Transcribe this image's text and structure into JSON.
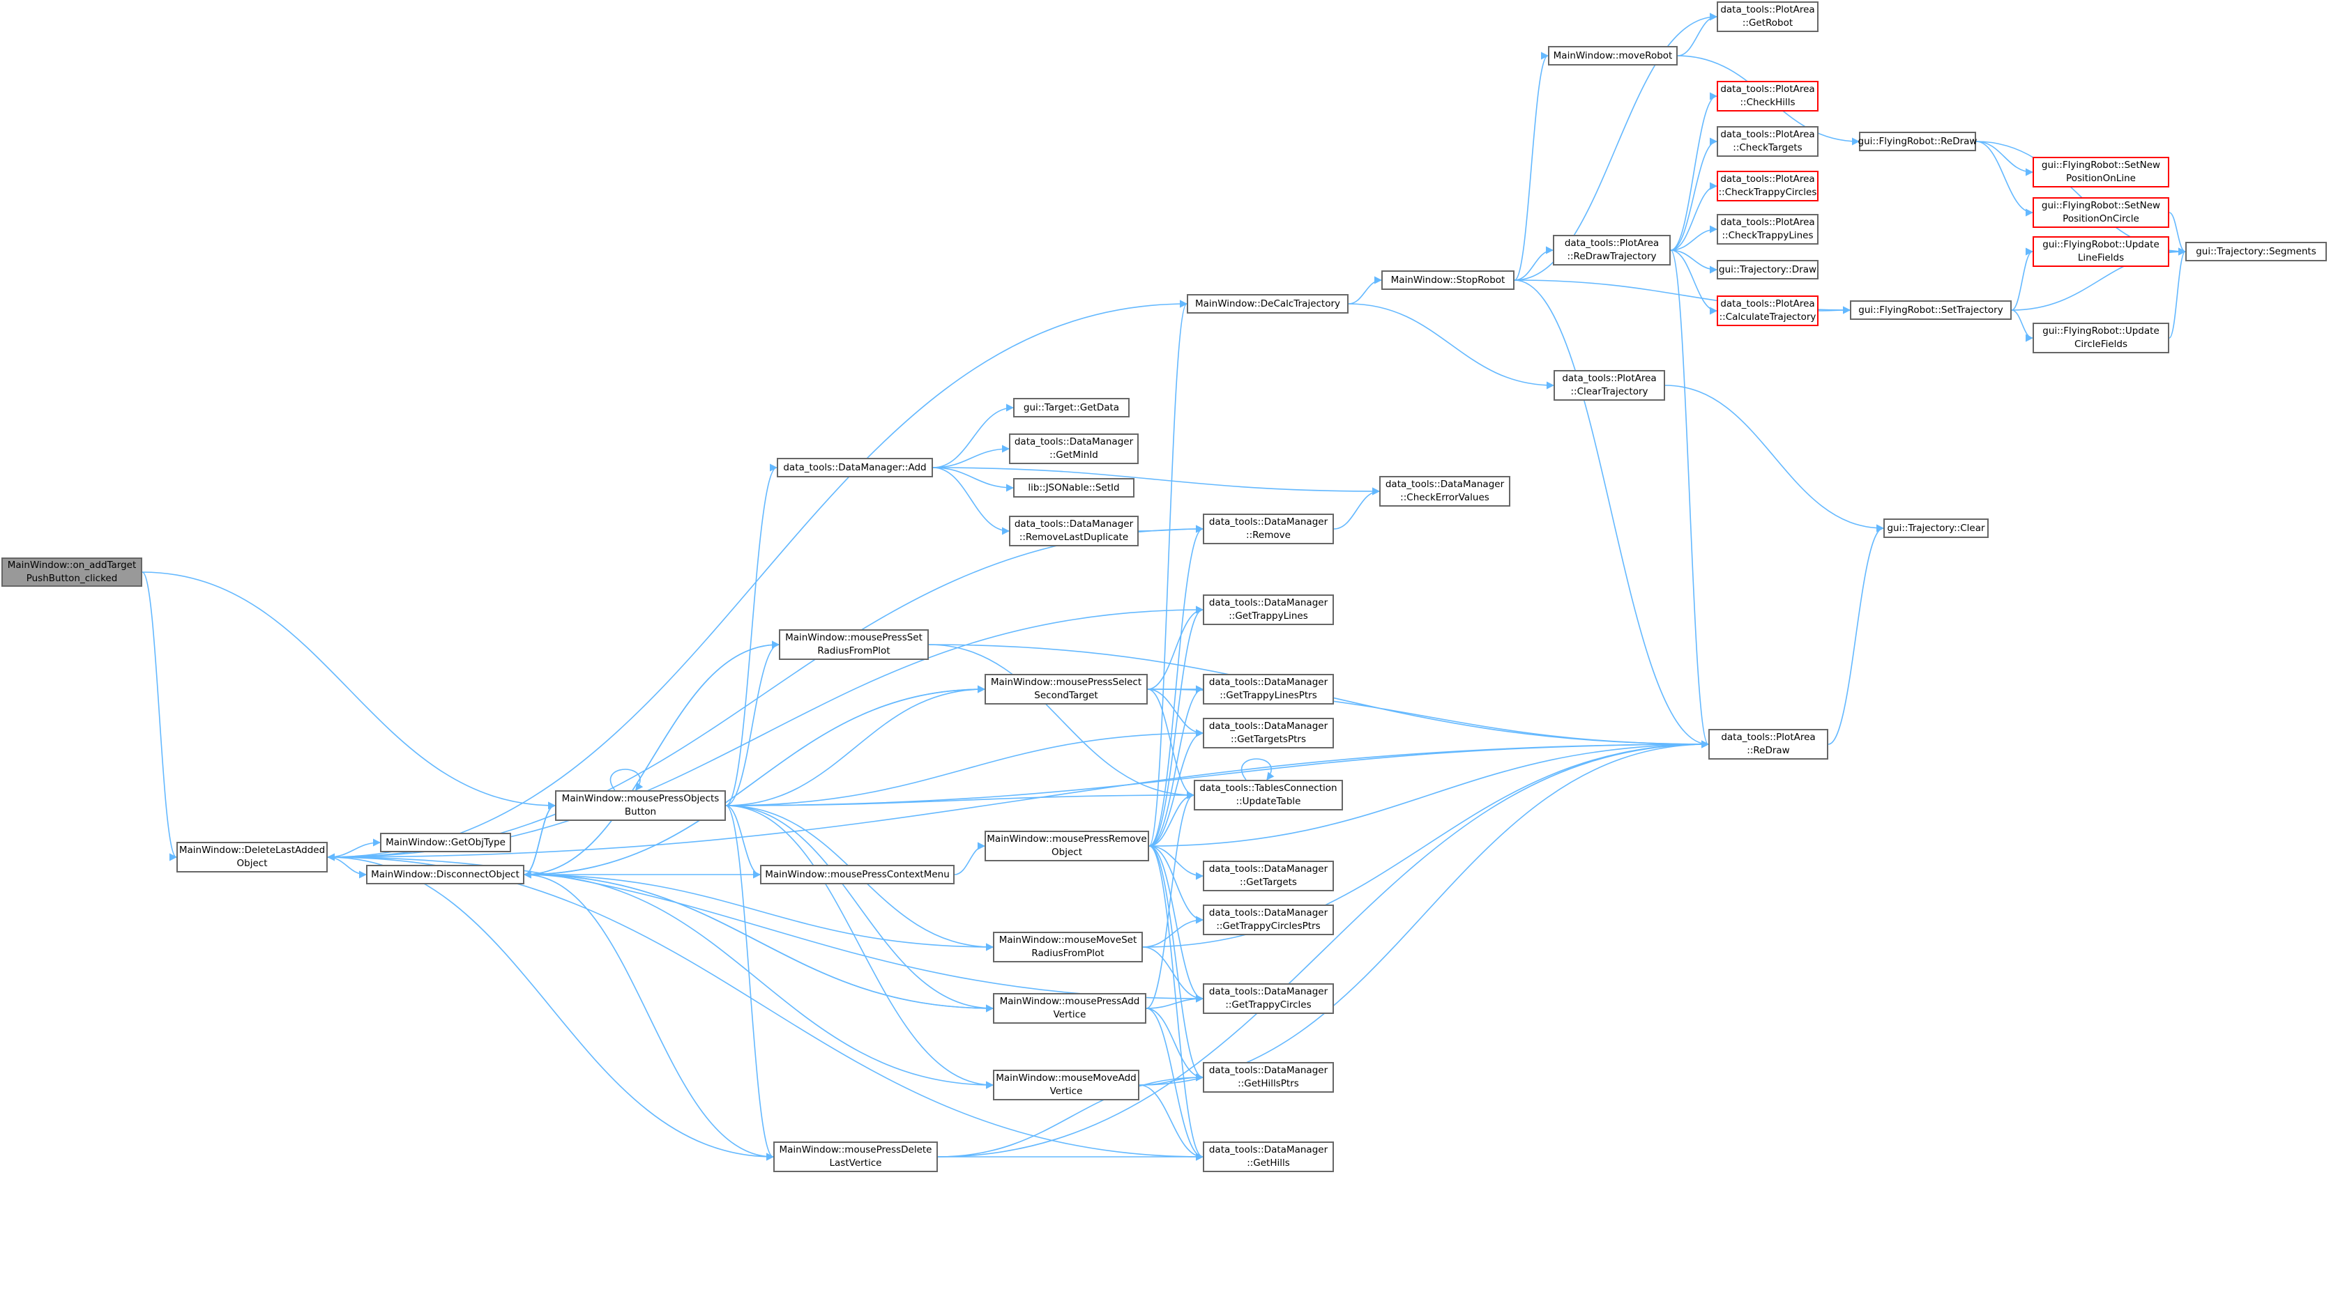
{
  "diagram": {
    "type": "doxygen-call-graph",
    "colors": {
      "edge": "#63b8ff",
      "node_border": "#666666",
      "truncated_border": "#ff0000",
      "root_fill": "#999999",
      "node_fill": "#ffffff"
    },
    "nodes": [
      {
        "id": "root",
        "lines": [
          "MainWindow::on_addTarget",
          "PushButton_clicked"
        ],
        "kind": "root"
      },
      {
        "id": "deleteLast",
        "lines": [
          "MainWindow::DeleteLastAdded",
          "Object"
        ]
      },
      {
        "id": "getObjType",
        "lines": [
          "MainWindow::GetObjType"
        ]
      },
      {
        "id": "disconnect",
        "lines": [
          "MainWindow::DisconnectObject"
        ]
      },
      {
        "id": "mpObjects",
        "lines": [
          "MainWindow::mousePressObjects",
          "Button"
        ]
      },
      {
        "id": "mpContext",
        "lines": [
          "MainWindow::mousePressContextMenu"
        ]
      },
      {
        "id": "mpSetRadius",
        "lines": [
          "MainWindow::mousePressSet",
          "RadiusFromPlot"
        ]
      },
      {
        "id": "mpSelect",
        "lines": [
          "MainWindow::mousePressSelect",
          "SecondTarget"
        ]
      },
      {
        "id": "mpRemove",
        "lines": [
          "MainWindow::mousePressRemove",
          "Object"
        ]
      },
      {
        "id": "mmSetRadius",
        "lines": [
          "MainWindow::mouseMoveSet",
          "RadiusFromPlot"
        ]
      },
      {
        "id": "mpAddV",
        "lines": [
          "MainWindow::mousePressAdd",
          "Vertice"
        ]
      },
      {
        "id": "mmAddV",
        "lines": [
          "MainWindow::mouseMoveAdd",
          "Vertice"
        ]
      },
      {
        "id": "mpDelV",
        "lines": [
          "MainWindow::mousePressDelete",
          "LastVertice"
        ]
      },
      {
        "id": "dmAdd",
        "lines": [
          "data_tools::DataManager::Add"
        ]
      },
      {
        "id": "targetGet",
        "lines": [
          "gui::Target::GetData"
        ]
      },
      {
        "id": "getMinId",
        "lines": [
          "data_tools::DataManager",
          "::GetMinId"
        ]
      },
      {
        "id": "setId",
        "lines": [
          "lib::JSONable::SetId"
        ]
      },
      {
        "id": "removeLastDup",
        "lines": [
          "data_tools::DataManager",
          "::RemoveLastDuplicate"
        ]
      },
      {
        "id": "decalc",
        "lines": [
          "MainWindow::DeCalcTrajectory"
        ]
      },
      {
        "id": "dmRemove",
        "lines": [
          "data_tools::DataManager",
          "::Remove"
        ]
      },
      {
        "id": "trappyLines",
        "lines": [
          "data_tools::DataManager",
          "::GetTrappyLines"
        ]
      },
      {
        "id": "trappyLinesPtrs",
        "lines": [
          "data_tools::DataManager",
          "::GetTrappyLinesPtrs"
        ]
      },
      {
        "id": "targetsPtrs",
        "lines": [
          "data_tools::DataManager",
          "::GetTargetsPtrs"
        ]
      },
      {
        "id": "updateTable",
        "lines": [
          "data_tools::TablesConnection",
          "::UpdateTable"
        ]
      },
      {
        "id": "getTargets",
        "lines": [
          "data_tools::DataManager",
          "::GetTargets"
        ]
      },
      {
        "id": "trappyCirclesPtrs",
        "lines": [
          "data_tools::DataManager",
          "::GetTrappyCirclesPtrs"
        ]
      },
      {
        "id": "trappyCircles",
        "lines": [
          "data_tools::DataManager",
          "::GetTrappyCircles"
        ]
      },
      {
        "id": "hillsPtrs",
        "lines": [
          "data_tools::DataManager",
          "::GetHillsPtrs"
        ]
      },
      {
        "id": "hills",
        "lines": [
          "data_tools::DataManager",
          "::GetHills"
        ]
      },
      {
        "id": "checkErr",
        "lines": [
          "data_tools::DataManager",
          "::CheckErrorValues"
        ]
      },
      {
        "id": "stopRobot",
        "lines": [
          "MainWindow::StopRobot"
        ]
      },
      {
        "id": "clearTraj",
        "lines": [
          "data_tools::PlotArea",
          "::ClearTrajectory"
        ]
      },
      {
        "id": "moveRobot",
        "lines": [
          "MainWindow::moveRobot"
        ]
      },
      {
        "id": "getRobot",
        "lines": [
          "data_tools::PlotArea",
          "::GetRobot"
        ]
      },
      {
        "id": "redrawTraj",
        "lines": [
          "data_tools::PlotArea",
          "::ReDrawTrajectory"
        ]
      },
      {
        "id": "checkHills",
        "lines": [
          "data_tools::PlotArea",
          "::CheckHills"
        ],
        "kind": "truncated"
      },
      {
        "id": "checkTargets",
        "lines": [
          "data_tools::PlotArea",
          "::CheckTargets"
        ]
      },
      {
        "id": "checkTrappyCircles",
        "lines": [
          "data_tools::PlotArea",
          "::CheckTrappyCircles"
        ],
        "kind": "truncated"
      },
      {
        "id": "checkTrappyLines",
        "lines": [
          "data_tools::PlotArea",
          "::CheckTrappyLines"
        ]
      },
      {
        "id": "trajDraw",
        "lines": [
          "gui::Trajectory::Draw"
        ]
      },
      {
        "id": "calcTraj",
        "lines": [
          "data_tools::PlotArea",
          "::CalculateTrajectory"
        ],
        "kind": "truncated"
      },
      {
        "id": "plotRedraw",
        "lines": [
          "data_tools::PlotArea",
          "::ReDraw"
        ]
      },
      {
        "id": "frRedraw",
        "lines": [
          "gui::FlyingRobot::ReDraw"
        ]
      },
      {
        "id": "setPosLine",
        "lines": [
          "gui::FlyingRobot::SetNew",
          "PositionOnLine"
        ],
        "kind": "truncated"
      },
      {
        "id": "setPosCircle",
        "lines": [
          "gui::FlyingRobot::SetNew",
          "PositionOnCircle"
        ],
        "kind": "truncated"
      },
      {
        "id": "updLineFields",
        "lines": [
          "gui::FlyingRobot::Update",
          "LineFields"
        ],
        "kind": "truncated"
      },
      {
        "id": "setTraj",
        "lines": [
          "gui::FlyingRobot::SetTrajectory"
        ]
      },
      {
        "id": "updCircleFields",
        "lines": [
          "gui::FlyingRobot::Update",
          "CircleFields"
        ]
      },
      {
        "id": "segments",
        "lines": [
          "gui::Trajectory::Segments"
        ]
      },
      {
        "id": "trajClear",
        "lines": [
          "gui::Trajectory::Clear"
        ]
      }
    ],
    "edges": [
      [
        "root",
        "deleteLast"
      ],
      [
        "root",
        "mpObjects"
      ],
      [
        "deleteLast",
        "getObjType"
      ],
      [
        "deleteLast",
        "disconnect"
      ],
      [
        "deleteLast",
        "decalc"
      ],
      [
        "deleteLast",
        "dmRemove"
      ],
      [
        "deleteLast",
        "trappyLines"
      ],
      [
        "deleteLast",
        "plotRedraw"
      ],
      [
        "deleteLast",
        "trappyCircles"
      ],
      [
        "deleteLast",
        "hills"
      ],
      [
        "disconnect",
        "mpObjects"
      ],
      [
        "disconnect",
        "mpContext"
      ],
      [
        "disconnect",
        "mpSetRadius"
      ],
      [
        "disconnect",
        "mpSelect"
      ],
      [
        "disconnect",
        "mmSetRadius"
      ],
      [
        "disconnect",
        "mpAddV"
      ],
      [
        "disconnect",
        "mmAddV"
      ],
      [
        "disconnect",
        "mpDelV"
      ],
      [
        "mpObjects",
        "mpObjects"
      ],
      [
        "mpObjects",
        "dmAdd"
      ],
      [
        "mpObjects",
        "disconnect"
      ],
      [
        "mpObjects",
        "mpSetRadius"
      ],
      [
        "mpObjects",
        "mpSelect"
      ],
      [
        "mpObjects",
        "mpContext"
      ],
      [
        "mpObjects",
        "mmSetRadius"
      ],
      [
        "mpObjects",
        "mpAddV"
      ],
      [
        "mpObjects",
        "mmAddV"
      ],
      [
        "mpObjects",
        "mpDelV"
      ],
      [
        "mpObjects",
        "targetsPtrs"
      ],
      [
        "mpObjects",
        "updateTable"
      ],
      [
        "mpObjects",
        "plotRedraw"
      ],
      [
        "mpContext",
        "mpRemove"
      ],
      [
        "mpSetRadius",
        "disconnect"
      ],
      [
        "mpSetRadius",
        "plotRedraw"
      ],
      [
        "mpSetRadius",
        "updateTable"
      ],
      [
        "mpSelect",
        "disconnect"
      ],
      [
        "mpSelect",
        "trappyLines"
      ],
      [
        "mpSelect",
        "trappyLinesPtrs"
      ],
      [
        "mpSelect",
        "targetsPtrs"
      ],
      [
        "mpSelect",
        "updateTable"
      ],
      [
        "mpSelect",
        "plotRedraw"
      ],
      [
        "mpRemove",
        "decalc"
      ],
      [
        "mpRemove",
        "dmRemove"
      ],
      [
        "mpRemove",
        "trappyLines"
      ],
      [
        "mpRemove",
        "trappyLinesPtrs"
      ],
      [
        "mpRemove",
        "targetsPtrs"
      ],
      [
        "mpRemove",
        "updateTable"
      ],
      [
        "mpRemove",
        "getTargets"
      ],
      [
        "mpRemove",
        "trappyCirclesPtrs"
      ],
      [
        "mpRemove",
        "trappyCircles"
      ],
      [
        "mpRemove",
        "hillsPtrs"
      ],
      [
        "mpRemove",
        "hills"
      ],
      [
        "mpRemove",
        "plotRedraw"
      ],
      [
        "mmSetRadius",
        "trappyCirclesPtrs"
      ],
      [
        "mmSetRadius",
        "trappyCircles"
      ],
      [
        "mmSetRadius",
        "plotRedraw"
      ],
      [
        "mpAddV",
        "disconnect"
      ],
      [
        "mpAddV",
        "updateTable"
      ],
      [
        "mpAddV",
        "hillsPtrs"
      ],
      [
        "mpAddV",
        "hills"
      ],
      [
        "mpAddV",
        "trappyCircles"
      ],
      [
        "mmAddV",
        "hillsPtrs"
      ],
      [
        "mmAddV",
        "hills"
      ],
      [
        "mmAddV",
        "plotRedraw"
      ],
      [
        "mpDelV",
        "deleteLast"
      ],
      [
        "mpDelV",
        "hillsPtrs"
      ],
      [
        "mpDelV",
        "hills"
      ],
      [
        "mpDelV",
        "plotRedraw"
      ],
      [
        "dmAdd",
        "targetGet"
      ],
      [
        "dmAdd",
        "getMinId"
      ],
      [
        "dmAdd",
        "setId"
      ],
      [
        "dmAdd",
        "removeLastDup"
      ],
      [
        "dmAdd",
        "checkErr"
      ],
      [
        "removeLastDup",
        "dmRemove"
      ],
      [
        "dmRemove",
        "checkErr"
      ],
      [
        "updateTable",
        "updateTable"
      ],
      [
        "decalc",
        "stopRobot"
      ],
      [
        "decalc",
        "clearTraj"
      ],
      [
        "stopRobot",
        "moveRobot"
      ],
      [
        "stopRobot",
        "getRobot"
      ],
      [
        "stopRobot",
        "redrawTraj"
      ],
      [
        "stopRobot",
        "plotRedraw"
      ],
      [
        "stopRobot",
        "setTraj"
      ],
      [
        "moveRobot",
        "getRobot"
      ],
      [
        "moveRobot",
        "frRedraw"
      ],
      [
        "redrawTraj",
        "checkHills"
      ],
      [
        "redrawTraj",
        "checkTargets"
      ],
      [
        "redrawTraj",
        "checkTrappyCircles"
      ],
      [
        "redrawTraj",
        "checkTrappyLines"
      ],
      [
        "redrawTraj",
        "trajDraw"
      ],
      [
        "redrawTraj",
        "calcTraj"
      ],
      [
        "redrawTraj",
        "plotRedraw"
      ],
      [
        "calcTraj",
        "setTraj"
      ],
      [
        "clearTraj",
        "trajClear"
      ],
      [
        "plotRedraw",
        "trajClear"
      ],
      [
        "frRedraw",
        "setPosLine"
      ],
      [
        "frRedraw",
        "setPosCircle"
      ],
      [
        "frRedraw",
        "segments"
      ],
      [
        "setPosCircle",
        "segments"
      ],
      [
        "updLineFields",
        "segments"
      ],
      [
        "setTraj",
        "updLineFields"
      ],
      [
        "setTraj",
        "updCircleFields"
      ],
      [
        "setTraj",
        "segments"
      ],
      [
        "updCircleFields",
        "segments"
      ]
    ]
  }
}
